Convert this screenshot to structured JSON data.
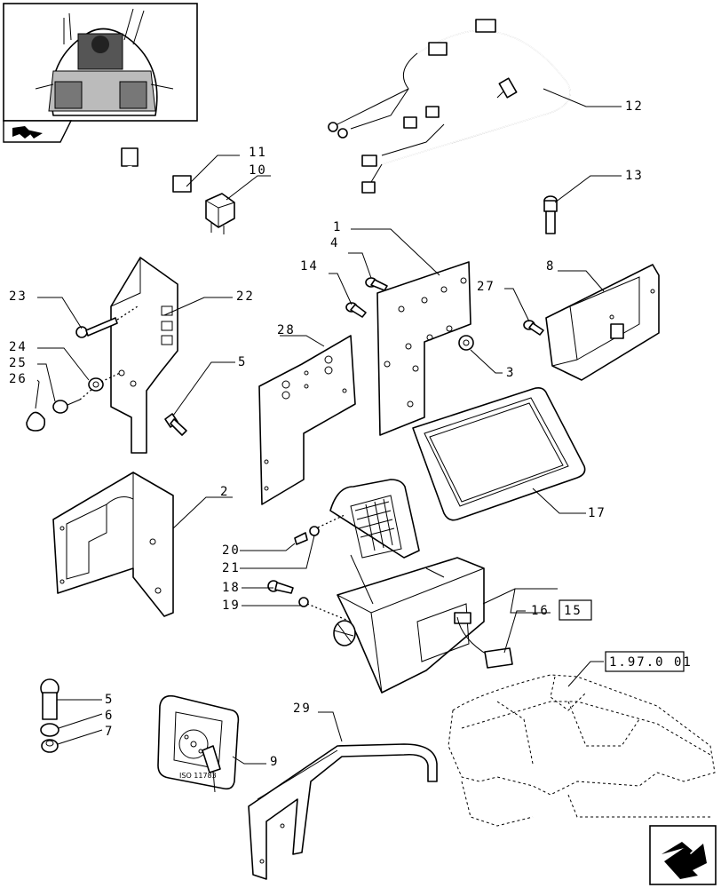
{
  "labels": {
    "p1": "1",
    "p2": "2",
    "p3": "3",
    "p4": "4",
    "p5a": "5",
    "p5b": "5",
    "p6": "6",
    "p7": "7",
    "p8": "8",
    "p9": "9",
    "p10": "10",
    "p11": "11",
    "p12": "12",
    "p13": "13",
    "p14": "14",
    "p15": "15",
    "p16": "16",
    "p17": "17",
    "p18": "18",
    "p19": "19",
    "p20": "20",
    "p21": "21",
    "p22": "22",
    "p23": "23",
    "p24": "24",
    "p25": "25",
    "p26": "26",
    "p27": "27",
    "p28": "28",
    "p29": "29"
  },
  "reference": {
    "section": "1.97.0 01"
  },
  "socket_plate_text": "ISO 11783"
}
